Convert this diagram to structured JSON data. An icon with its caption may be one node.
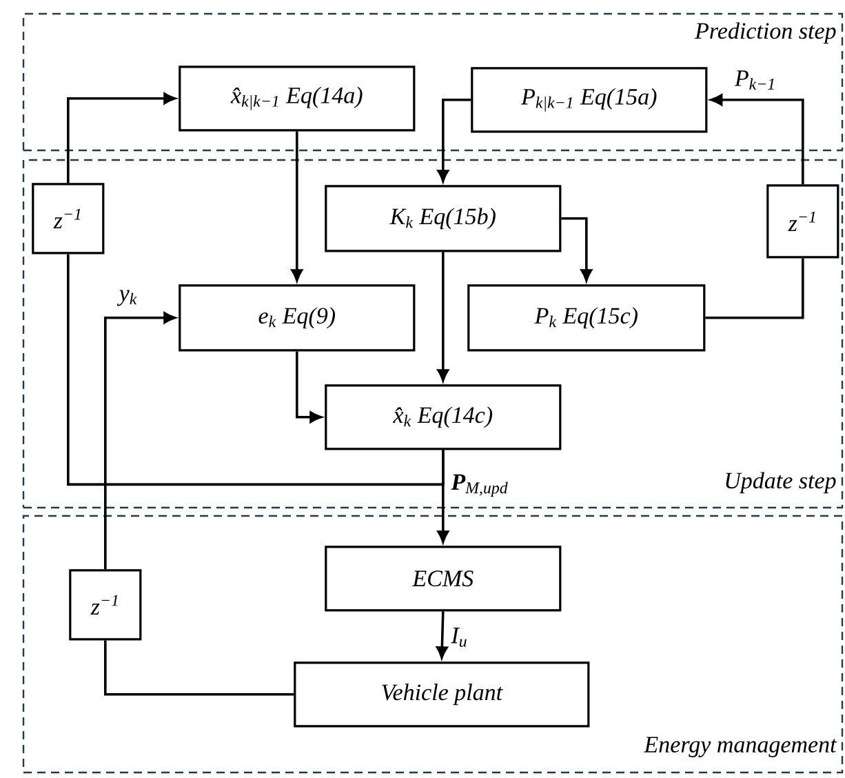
{
  "diagram": {
    "nodes": [
      {
        "text": [
          "Prediction step"
        ]
      },
      {
        "text": [
          "x̂$_{k|k−1}$ Eq(14a)"
        ],
        "in": 0
      },
      {
        "text": [
          "P$_{k|k−1}$ Eq(15a)"
        ],
        "in": 0
      },
      {
        "text": [
          "Update step"
        ]
      },
      {
        "text": [
          "z$^{−1}$"
        ],
        "in": 3
      },
      {
        "text": [
          "K$_{k}$ Eq(15b)"
        ],
        "in": 3
      },
      {
        "text": [
          "z$^{−1}$"
        ],
        "in": 3
      },
      {
        "text": [
          "e$_{k}$ Eq(9)"
        ],
        "in": 3
      },
      {
        "text": [
          "P$_{k}$ Eq(15c)"
        ],
        "in": 3
      },
      {
        "text": [
          "x̂$_{k}$ Eq(14c)"
        ],
        "in": 3
      },
      {
        "text": [
          "Energy management"
        ]
      },
      {
        "text": [
          "ECMS"
        ],
        "in": 10
      },
      {
        "text": [
          "z$^{−1}$"
        ],
        "in": 10
      },
      {
        "text": [
          "Vehicle plant"
        ],
        "in": 10
      }
    ],
    "edges": [
      {
        "from": 4,
        "to": 1,
        "arrow": "to"
      },
      {
        "from": 1,
        "to": 7,
        "arrow": "to"
      },
      {
        "from": 2,
        "to": 5,
        "arrow": "to"
      },
      {
        "from": 6,
        "to": 2,
        "arrow": "to",
        "label": "P$_{k−1}$"
      },
      {
        "from": 5,
        "to": 8,
        "arrow": "to"
      },
      {
        "from": 8,
        "to": 6,
        "arrow": "none"
      },
      {
        "from": 5,
        "to": 9,
        "arrow": "to"
      },
      {
        "from": 7,
        "to": 9,
        "arrow": "to"
      },
      {
        "from": 9,
        "to": 4,
        "arrow": "none"
      },
      {
        "from": 9,
        "to": 11,
        "arrow": "to",
        "label": "**P**$_{M,upd}$"
      },
      {
        "from": 11,
        "to": 13,
        "arrow": "to",
        "label": "I$_{u}$"
      },
      {
        "from": 13,
        "to": 12,
        "arrow": "none"
      },
      {
        "from": 12,
        "to": 7,
        "arrow": "to",
        "label": "y$_{k}$"
      }
    ]
  }
}
